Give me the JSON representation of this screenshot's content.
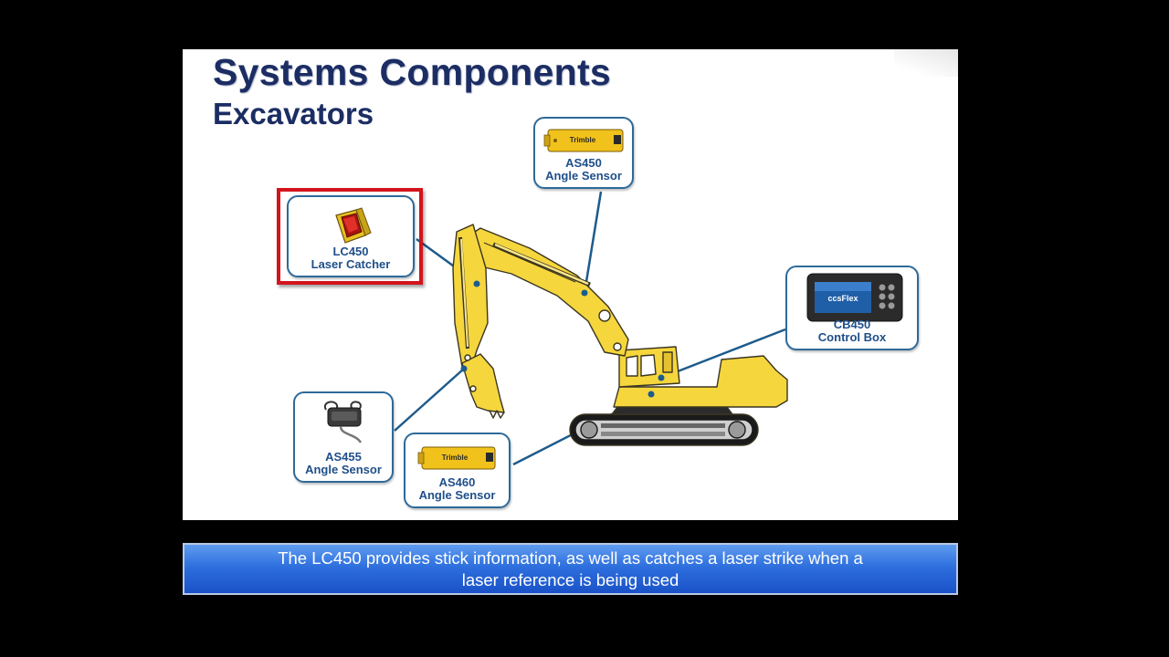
{
  "slide": {
    "title": "Systems Components",
    "subtitle": "Excavators"
  },
  "components": {
    "lc450": {
      "model": "LC450",
      "description": "Laser Catcher",
      "highlighted": true
    },
    "as450": {
      "model": "AS450",
      "description": "Angle Sensor",
      "brand_text": "Trimble"
    },
    "cb450": {
      "model": "CB450",
      "description": "Control Box",
      "screen_text": "ccsFlex"
    },
    "as455": {
      "model": "AS455",
      "description": "Angle Sensor"
    },
    "as460": {
      "model": "AS460",
      "description": "Angle Sensor",
      "brand_text": "Trimble"
    }
  },
  "caption": {
    "line1": "The LC450 provides stick information, as well as catches a laser strike when a",
    "line2": "laser reference is being used"
  },
  "colors": {
    "title": "#1b2d63",
    "callout_border": "#2d6a9a",
    "callout_text": "#1f4f8a",
    "highlight": "#d3141c",
    "machine": "#f5d63d",
    "connector": "#1d5b8c",
    "caption_bar": "#2e6fde"
  }
}
